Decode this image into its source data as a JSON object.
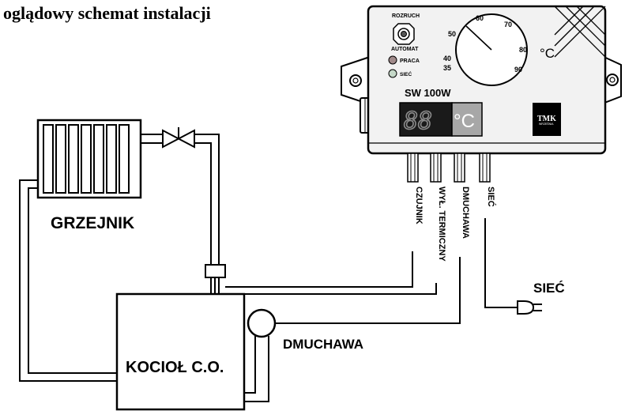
{
  "title": "oglądowy schemat instalacji",
  "controller": {
    "switch_top_label": "ROZRUCH",
    "switch_bottom_label": "AUTOMAT",
    "led_work_label": "PRACA",
    "led_power_label": "SIEĆ",
    "model": "SW 100W",
    "display_digits": "88",
    "display_unit": "°C",
    "dial_unit": "°C",
    "dial_ticks": [
      "35",
      "40",
      "50",
      "60",
      "70",
      "80",
      "90"
    ],
    "logo_text": "TMK",
    "logo_subtext": "WRZEŚNIA"
  },
  "cables": [
    "CZUJNIK",
    "WYŁ. TERMICZNY",
    "DMUCHAWA",
    "SIEĆ"
  ],
  "labels": {
    "radiator": "GRZEJNIK",
    "boiler": "KOCIOŁ C.O.",
    "blower": "DMUCHAWA",
    "mains": "SIEĆ"
  },
  "colors": {
    "device_body": "#f2f2f2",
    "display_bg": "#1a1a1a",
    "display_segments": "#8c8c8c",
    "unit_box": "#a7a7a7",
    "led_work": "#a08a8a",
    "led_power": "#c5d8c8",
    "logo_bg": "#000000"
  }
}
